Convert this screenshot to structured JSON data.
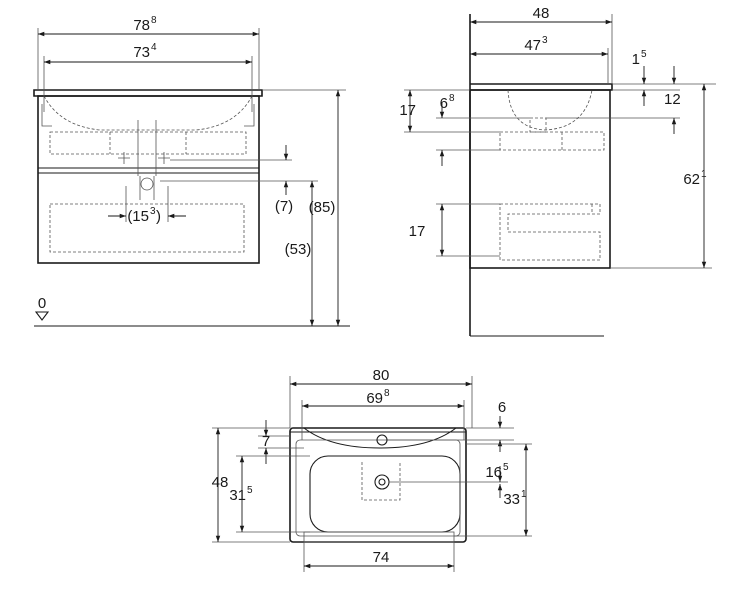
{
  "front_view": {
    "overall_width": {
      "main": "78",
      "sup": "8"
    },
    "basin_width": {
      "main": "73",
      "sup": "4"
    },
    "total_height": {
      "main": "(85)",
      "sup": ""
    },
    "drawer_height": {
      "main": "(53)",
      "sup": ""
    },
    "gap_height": {
      "main": "(7)",
      "sup": ""
    },
    "siphon_spacing": {
      "main": "(15",
      "sup": "3",
      "tail": ")"
    },
    "floor_level": {
      "main": "0",
      "sup": ""
    }
  },
  "side_view": {
    "depth": {
      "main": "48",
      "sup": ""
    },
    "basin_depth": {
      "main": "47",
      "sup": "3"
    },
    "rim_offset": {
      "main": "1",
      "sup": "5"
    },
    "rim_height": {
      "main": "12",
      "sup": ""
    },
    "upper_drawer": {
      "main": "17",
      "sup": ""
    },
    "drain_offset": {
      "main": "6",
      "sup": "8"
    },
    "lower_drawer": {
      "main": "17",
      "sup": ""
    },
    "unit_height": {
      "main": "62",
      "sup": "1"
    }
  },
  "top_view": {
    "overall_width": {
      "main": "80",
      "sup": ""
    },
    "inner_width": {
      "main": "69",
      "sup": "8"
    },
    "back_edge": {
      "main": "6",
      "sup": ""
    },
    "tap_offset": {
      "main": "7",
      "sup": ""
    },
    "overall_depth": {
      "main": "48",
      "sup": ""
    },
    "drain_depth": {
      "main": "31",
      "sup": "5"
    },
    "drain_offset": {
      "main": "16",
      "sup": "5"
    },
    "front_offset": {
      "main": "33",
      "sup": "1"
    },
    "cabinet_width": {
      "main": "74",
      "sup": ""
    }
  }
}
